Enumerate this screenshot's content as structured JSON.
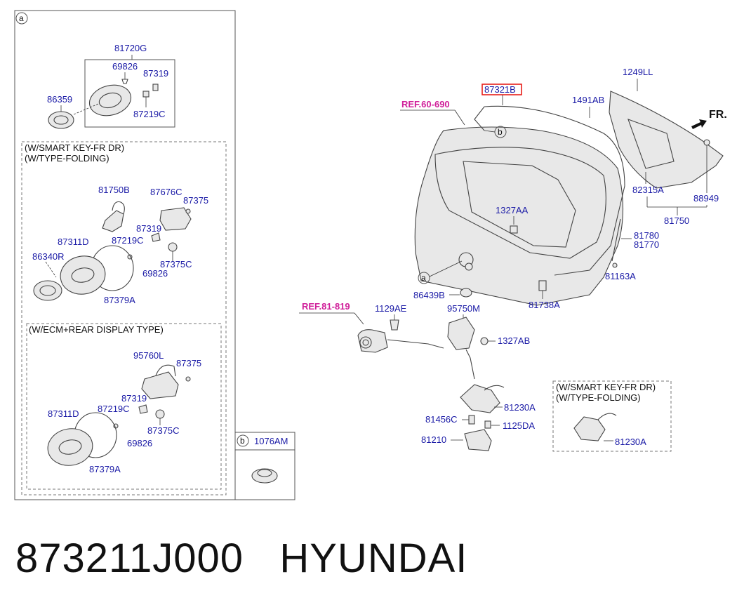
{
  "panel_a": {
    "circle_label": "a",
    "top_group": {
      "assembly": "81720G",
      "parts": [
        "69826",
        "87319",
        "86359",
        "87219C"
      ]
    },
    "smart_key_section": {
      "conditions": [
        "(W/SMART KEY-FR DR)",
        "(W/TYPE-FOLDING)"
      ],
      "parts": [
        "81750B",
        "87676C",
        "87375",
        "87319",
        "87311D",
        "87219C",
        "86340R",
        "87375C",
        "69826",
        "87379A"
      ]
    },
    "ecm_section": {
      "condition": "(W/ECM+REAR DISPLAY TYPE)",
      "parts": [
        "95760L",
        "87375",
        "87319",
        "87311D",
        "87219C",
        "87375C",
        "69826",
        "87379A"
      ]
    }
  },
  "panel_b": {
    "circle_label": "b",
    "part": "1076AM"
  },
  "main": {
    "refs": [
      "REF.60-690",
      "REF.81-819"
    ],
    "highlighted_part": "87321B",
    "direction_label": "FR.",
    "callouts": {
      "a": "a",
      "b": "b"
    },
    "parts": [
      "1249LL",
      "1491AB",
      "82315A",
      "88949",
      "81750",
      "1327AA",
      "81780",
      "81770",
      "81163A",
      "86439B",
      "81738A",
      "1129AE",
      "95750M",
      "1327AB",
      "81230A",
      "81456C",
      "1125DA",
      "81210"
    ]
  },
  "inset": {
    "conditions": [
      "(W/SMART KEY-FR DR)",
      "(W/TYPE-FOLDING)"
    ],
    "part": "81230A"
  },
  "footer": {
    "part_number": "873211J000",
    "brand": "HYUNDAI"
  }
}
